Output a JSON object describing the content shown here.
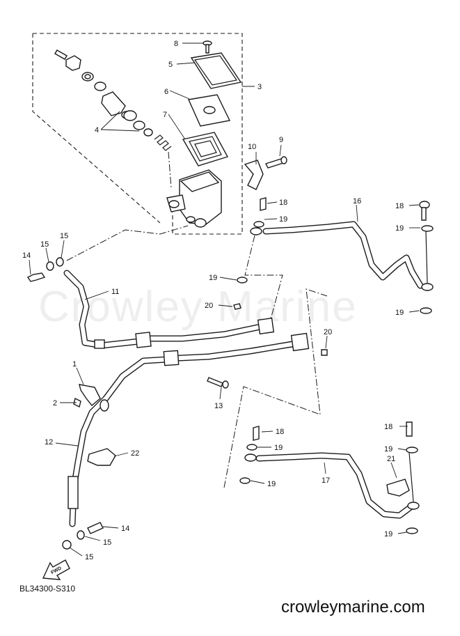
{
  "watermark": "Crowley Marine",
  "reference_code": "BL34300-S310",
  "site_url": "crowleymarine.com",
  "fwd_label": "FWD",
  "callouts": {
    "c8": "8",
    "c5": "5",
    "c3": "3",
    "c6": "6",
    "c7": "7",
    "c4": "4",
    "c10": "10",
    "c9": "9",
    "c18a": "18",
    "c19a": "19",
    "c16": "16",
    "c18b": "18",
    "c19b": "19",
    "c15a": "15",
    "c15b": "15",
    "c14a": "14",
    "c19c": "19",
    "c11": "11",
    "c20a": "20",
    "c19d": "19",
    "c20b": "20",
    "c1": "1",
    "c2": "2",
    "c13": "13",
    "c12": "12",
    "c22": "22",
    "c18c": "18",
    "c19e": "19",
    "c18d": "18",
    "c19f": "19",
    "c21": "21",
    "c17": "17",
    "c19g": "19",
    "c14b": "14",
    "c15c": "15",
    "c15d": "15",
    "c19h": "19"
  }
}
